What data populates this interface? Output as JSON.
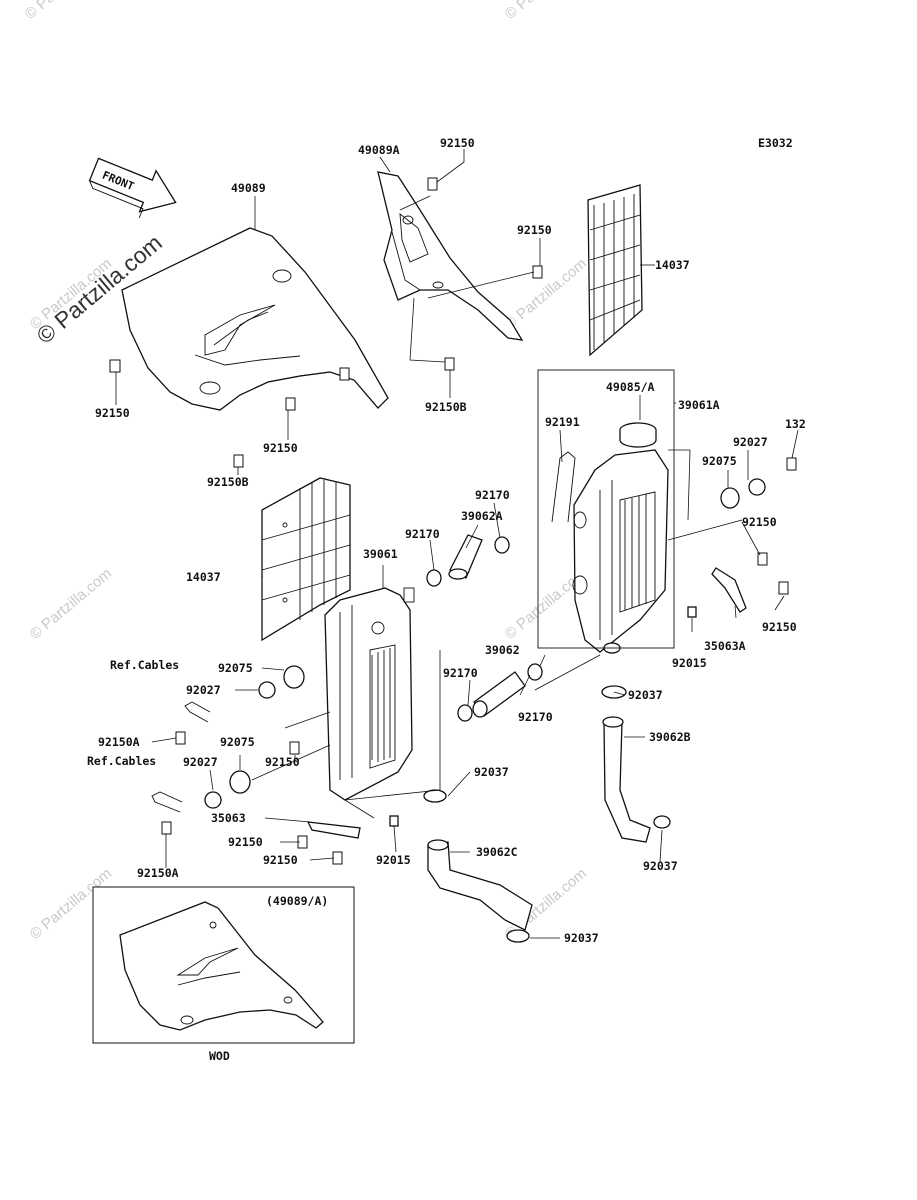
{
  "diagram_code": "E3032",
  "front_label": "FRONT",
  "watermark": {
    "main": "© Partzilla.com",
    "repeat": "© Partzilla.com"
  },
  "callouts": {
    "c49089": "49089",
    "c49089a": "49089A",
    "c92150_top": "92150",
    "c92150_b": "92150",
    "c14037_r": "14037",
    "c92150_l": "92150",
    "c92150b_l": "92150B",
    "c92150_m": "92150",
    "c92150b_m": "92150B",
    "c49085": "49085/A",
    "c39061a": "39061A",
    "c92191": "92191",
    "c132": "132",
    "c92027_r": "92027",
    "c92075_r": "92075",
    "c92170_a": "92170",
    "c39062a": "39062A",
    "c92150_r1": "92150",
    "c14037_l": "14037",
    "c39061": "39061",
    "c92170_b": "92170",
    "c92150_r2": "92150",
    "c35063a": "35063A",
    "c92015_r": "92015",
    "c39062": "39062",
    "c92170_c": "92170",
    "c92170_d": "92170",
    "c92037_a": "92037",
    "c39062b": "39062B",
    "c92075_l": "92075",
    "c92027_l": "92027",
    "c92150a_1": "92150A",
    "c92075_l2": "92075",
    "c92150_c": "92150",
    "c92027_l2": "92027",
    "c92037_b": "92037",
    "c35063": "35063",
    "c92150_d": "92150",
    "c92150_e": "92150",
    "c92015_l": "92015",
    "c39062c": "39062C",
    "c92150a_2": "92150A",
    "c92037_c": "92037",
    "c92037_d": "92037",
    "ref_cables_1": "Ref.Cables",
    "ref_cables_2": "Ref.Cables"
  },
  "inset": {
    "title": "(49089/A)",
    "caption": "WOD"
  }
}
